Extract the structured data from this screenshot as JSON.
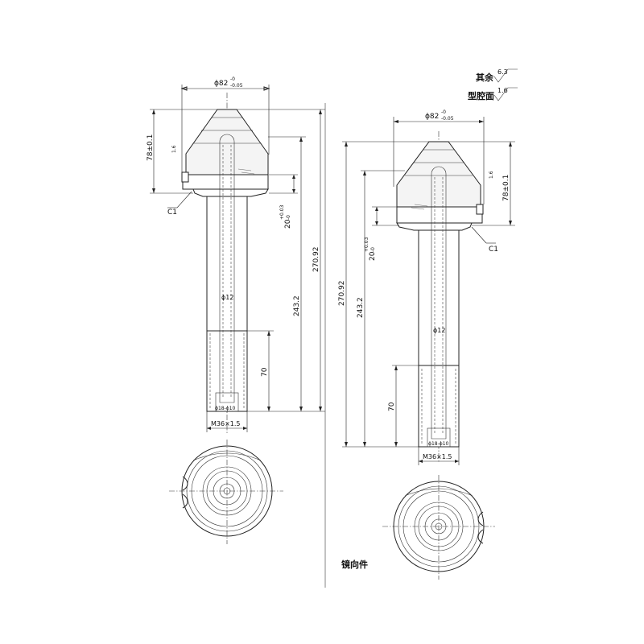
{
  "surface_finish": {
    "rest_label": "其余",
    "rest_value": "6.3",
    "cavity_label": "型腔面",
    "cavity_value": "1.6"
  },
  "left_view": {
    "diameter_top": "ϕ82",
    "diameter_top_tol_upper": "-0",
    "diameter_top_tol_lower": "-0.05",
    "height_head": "78±0.1",
    "chamfer": "C1",
    "dim_20": "20",
    "dim_20_tol_upper": "+0.03",
    "dim_20_tol_lower": "-0",
    "dim_27092": "270.92",
    "dim_2432": "243.2",
    "dim_phi12": "ϕ12",
    "dim_70": "70",
    "thread_detail": "ϕ18-ϕ10",
    "thread": "M36×1.5",
    "tiny_finish": "1.6"
  },
  "right_view": {
    "diameter_top": "ϕ82",
    "diameter_top_tol_upper": "-0",
    "diameter_top_tol_lower": "-0.05",
    "height_head": "78±0.1",
    "chamfer": "C1",
    "dim_20": "20",
    "dim_20_tol_upper": "+0.03",
    "dim_20_tol_lower": "-0",
    "dim_27092": "270.92",
    "dim_2432": "243.2",
    "dim_phi12": "ϕ12",
    "dim_70": "70",
    "thread_detail": "ϕ18-ϕ10",
    "thread": "M36×1.5",
    "tiny_finish": "1.6"
  },
  "mirror_label": "镜向件"
}
